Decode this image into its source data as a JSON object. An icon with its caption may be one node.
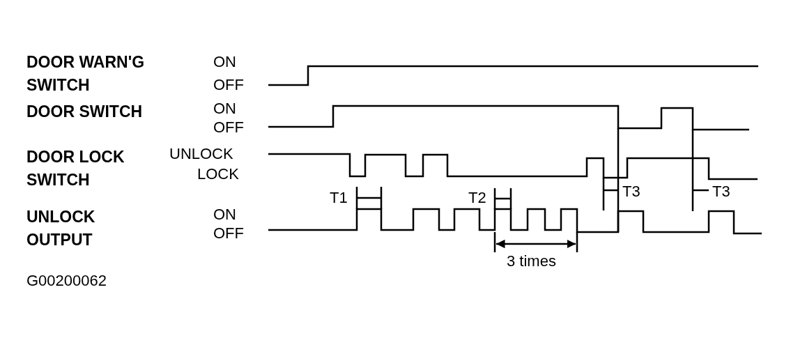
{
  "diagram": {
    "labels": [
      "DOOR WARN'G SWITCH",
      "ON",
      "OFF",
      "DOOR SWITCH",
      "ON",
      "OFF",
      "DOOR LOCK SWITCH",
      "UNLOCK",
      "LOCK",
      "T1",
      "T2",
      "UNLOCK OUTPUT",
      "ON",
      "OFF",
      "T3",
      "T3",
      "3 times",
      "G00200062"
    ]
  }
}
